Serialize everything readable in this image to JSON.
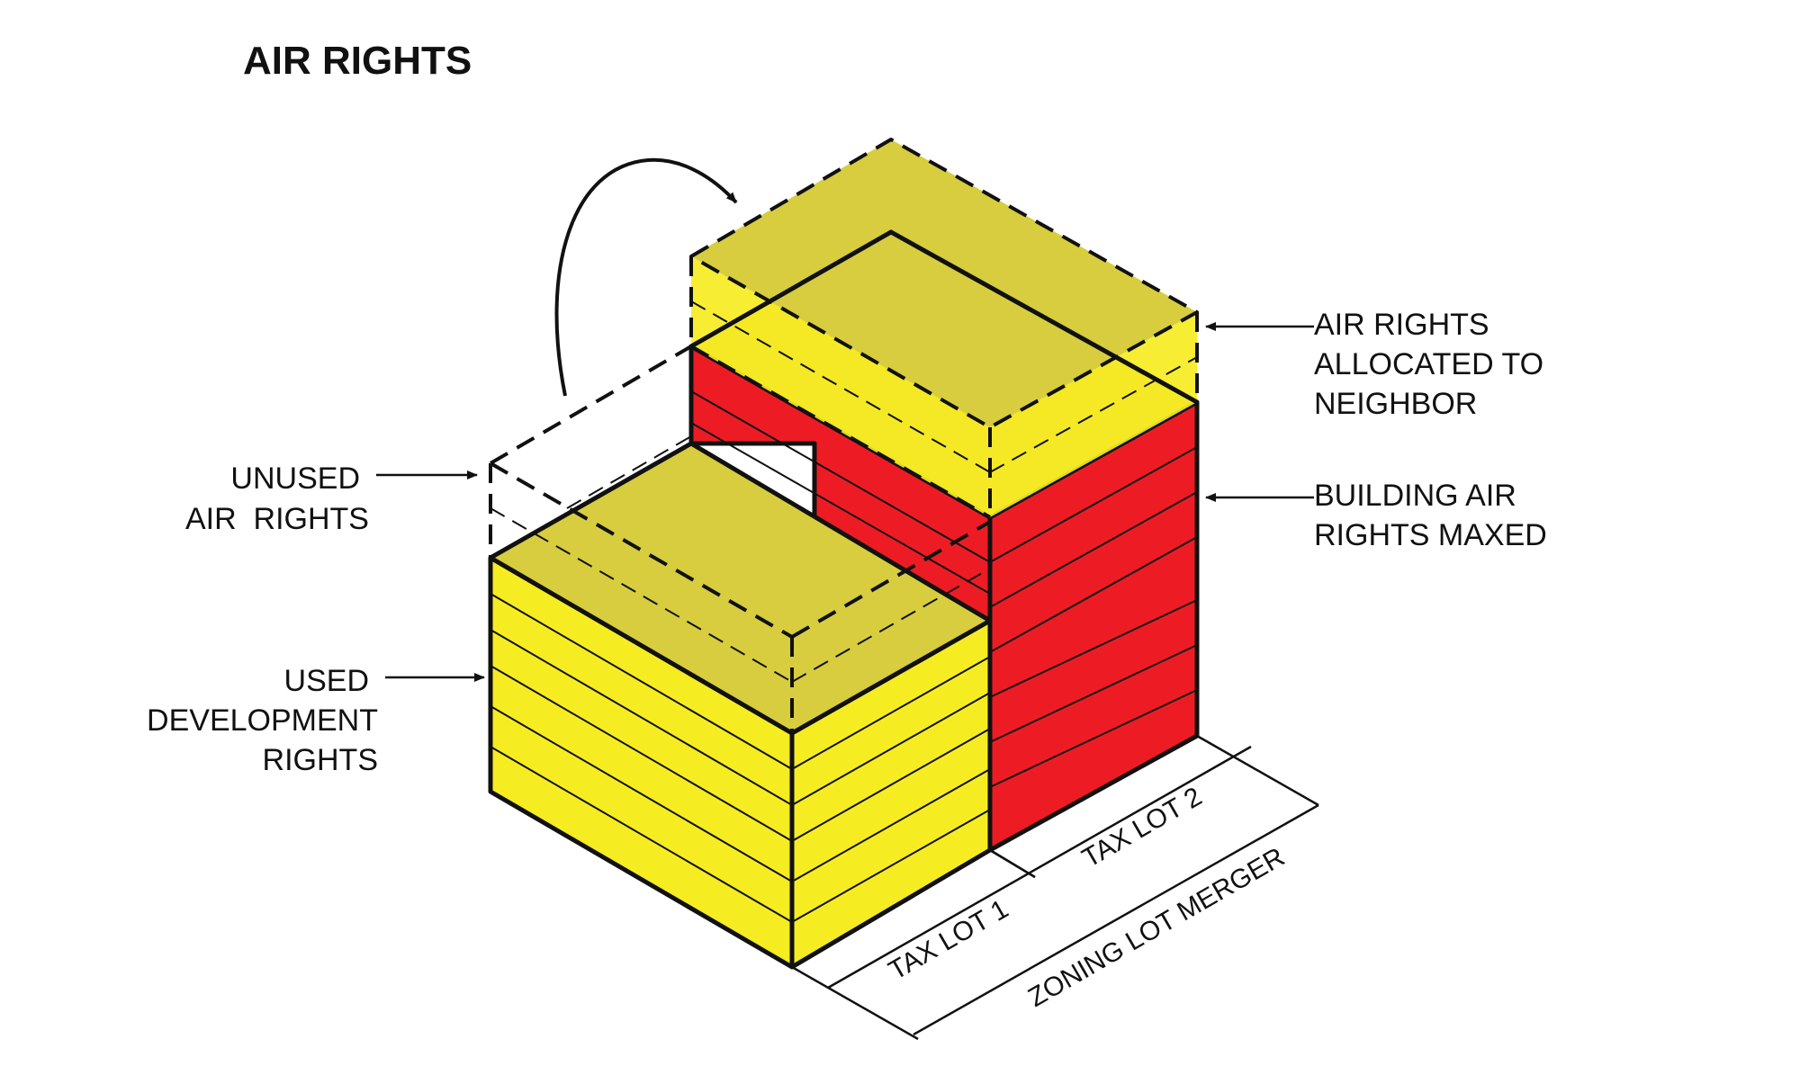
{
  "title": "AIR RIGHTS",
  "labels": {
    "unused_air_rights": [
      "UNUSED",
      "AIR  RIGHTS"
    ],
    "used_development_rights": [
      "USED",
      "DEVELOPMENT",
      "RIGHTS"
    ],
    "air_rights_allocated": [
      "AIR RIGHTS",
      "ALLOCATED TO",
      "NEIGHBOR"
    ],
    "building_air_rights_maxed": [
      "BUILDING AIR",
      "RIGHTS MAXED"
    ]
  },
  "dimensions": {
    "tax_lot_1": "TAX LOT 1",
    "tax_lot_2": "TAX LOT 2",
    "zoning_lot_merger": "ZONING LOT MERGER"
  },
  "colors": {
    "yellow_face": "#f6ec22",
    "yellow_top": "#d7cd3e",
    "red_face": "#ed1c24",
    "outline": "#111111"
  }
}
